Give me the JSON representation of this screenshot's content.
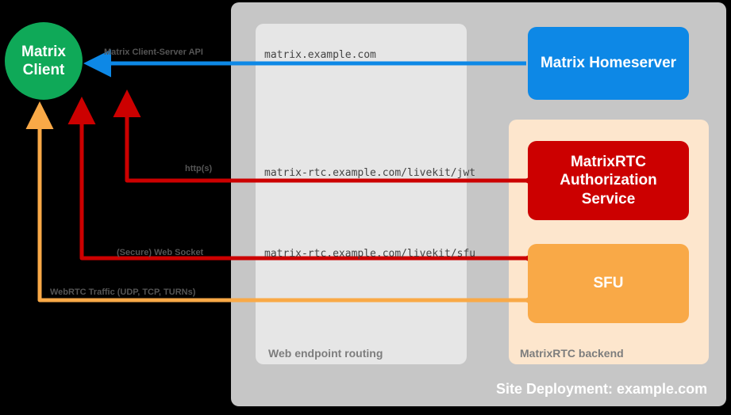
{
  "diagram": {
    "title": "Site Deployment: example.com",
    "colors": {
      "background": "#000000",
      "outer_panel": "#c6c6c6",
      "web_panel": "#e6e6e6",
      "rtc_panel": "#fde6cd",
      "client": "#0fa958",
      "homeserver": "#0d88e6",
      "auth_service": "#cc0000",
      "sfu": "#f9a947",
      "arrow_blue": "#0d88e6",
      "arrow_red": "#cc0000",
      "arrow_orange": "#f9a947"
    }
  },
  "nodes": {
    "client": "Matrix\nClient",
    "client_line1": "Matrix",
    "client_line2": "Client",
    "homeserver": "Matrix Homeserver",
    "auth_line1": "MatrixRTC",
    "auth_line2": "Authorization",
    "auth_line3": "Service",
    "sfu": "SFU"
  },
  "panels": {
    "web_routing_label": "Web endpoint routing",
    "rtc_backend_label": "MatrixRTC backend",
    "site_label": "Site Deployment: example.com"
  },
  "endpoints": [
    {
      "url": "matrix.example.com"
    },
    {
      "url": "matrix-rtc.example.com/livekit/jwt"
    },
    {
      "url": "matrix-rtc.example.com/livekit/sfu"
    }
  ],
  "flows": [
    {
      "label": "Matrix Client-Server API",
      "color": "#0d88e6"
    },
    {
      "label": "http(s)",
      "color": "#cc0000"
    },
    {
      "label": "(Secure) Web Socket",
      "color": "#cc0000"
    },
    {
      "label": "WebRTC Traffic (UDP, TCP, TURNs)",
      "color": "#f9a947"
    }
  ]
}
